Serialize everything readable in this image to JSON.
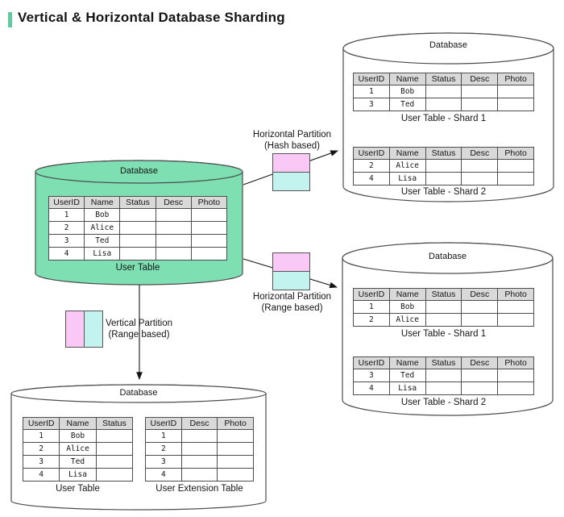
{
  "title": "Vertical & Horizontal Database Sharding",
  "colors": {
    "accent_bar": "#5fcb9e",
    "main_cylinder_fill": "#7ddfb2",
    "shard_cylinder_fill": "#ffffff",
    "table_header_bg": "#d9d9d9",
    "partition_pink": "#f9c8f5",
    "partition_cyan": "#c2f3ef",
    "outline": "#4d4d4d"
  },
  "partitions": {
    "hash": {
      "line1": "Horizontal Partition",
      "line2": "(Hash based)"
    },
    "range": {
      "line1": "Horizontal Partition",
      "line2": "(Range based)"
    },
    "vertical": {
      "line1": "Vertical Partition",
      "line2": "(Range based)"
    }
  },
  "databases": {
    "main": {
      "label": "Database",
      "user_table": {
        "caption": "User Table",
        "headers": [
          "UserID",
          "Name",
          "Status",
          "Desc",
          "Photo"
        ],
        "rows": [
          [
            "1",
            "Bob",
            "",
            "",
            ""
          ],
          [
            "2",
            "Alice",
            "",
            "",
            ""
          ],
          [
            "3",
            "Ted",
            "",
            "",
            ""
          ],
          [
            "4",
            "Lisa",
            "",
            "",
            ""
          ]
        ]
      }
    },
    "hash_sharded": {
      "label": "Database",
      "shard1": {
        "caption": "User Table - Shard 1",
        "headers": [
          "UserID",
          "Name",
          "Status",
          "Desc",
          "Photo"
        ],
        "rows": [
          [
            "1",
            "Bob",
            "",
            "",
            ""
          ],
          [
            "3",
            "Ted",
            "",
            "",
            ""
          ]
        ]
      },
      "shard2": {
        "caption": "User Table - Shard 2",
        "headers": [
          "UserID",
          "Name",
          "Status",
          "Desc",
          "Photo"
        ],
        "rows": [
          [
            "2",
            "Alice",
            "",
            "",
            ""
          ],
          [
            "4",
            "Lisa",
            "",
            "",
            ""
          ]
        ]
      }
    },
    "range_sharded": {
      "label": "Database",
      "shard1": {
        "caption": "User Table - Shard 1",
        "headers": [
          "UserID",
          "Name",
          "Status",
          "Desc",
          "Photo"
        ],
        "rows": [
          [
            "1",
            "Bob",
            "",
            "",
            ""
          ],
          [
            "2",
            "Alice",
            "",
            "",
            ""
          ]
        ]
      },
      "shard2": {
        "caption": "User Table - Shard 2",
        "headers": [
          "UserID",
          "Name",
          "Status",
          "Desc",
          "Photo"
        ],
        "rows": [
          [
            "3",
            "Ted",
            "",
            "",
            ""
          ],
          [
            "4",
            "Lisa",
            "",
            "",
            ""
          ]
        ]
      }
    },
    "vertical_partitioned": {
      "label": "Database",
      "user_table": {
        "caption": "User Table",
        "headers": [
          "UserID",
          "Name",
          "Status"
        ],
        "rows": [
          [
            "1",
            "Bob",
            ""
          ],
          [
            "2",
            "Alice",
            ""
          ],
          [
            "3",
            "Ted",
            ""
          ],
          [
            "4",
            "Lisa",
            ""
          ]
        ]
      },
      "extension_table": {
        "caption": "User Extension Table",
        "headers": [
          "UserID",
          "Desc",
          "Photo"
        ],
        "rows": [
          [
            "1",
            "",
            ""
          ],
          [
            "2",
            "",
            ""
          ],
          [
            "3",
            "",
            ""
          ],
          [
            "4",
            "",
            ""
          ]
        ]
      }
    }
  }
}
